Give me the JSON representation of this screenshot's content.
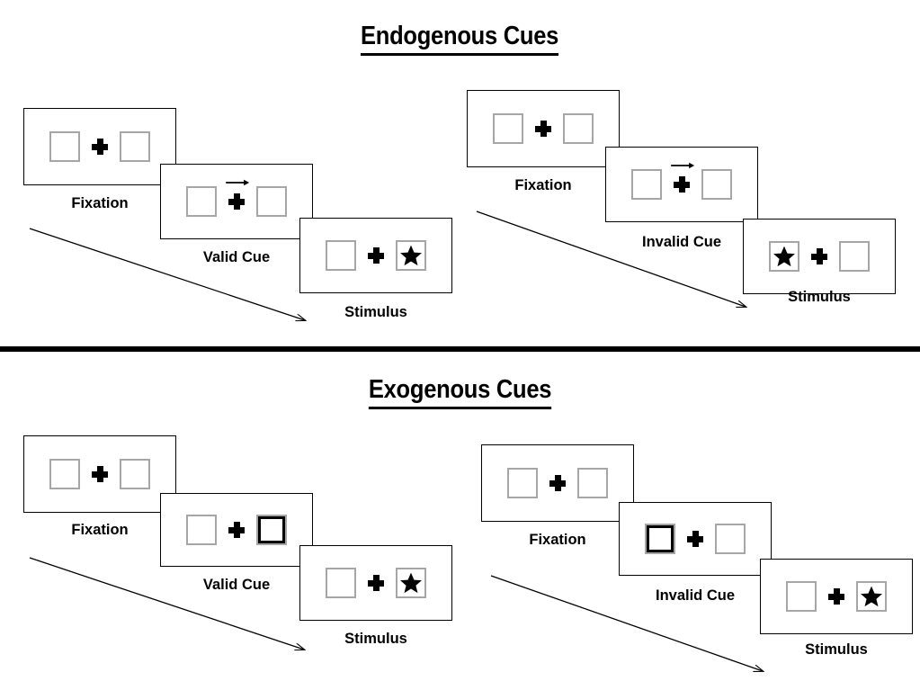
{
  "sections": [
    {
      "id": "endogenous",
      "title": "Endogenous Cues",
      "cue_type": "arrow",
      "columns": [
        {
          "id": "endogenous-valid",
          "validity": "valid",
          "panels": [
            {
              "label": "Fixation",
              "left_box": "empty",
              "right_box": "empty",
              "cue": "none"
            },
            {
              "label": "Valid Cue",
              "left_box": "empty",
              "right_box": "empty",
              "cue": "arrow-right"
            },
            {
              "label": "Stimulus",
              "left_box": "empty",
              "right_box": "star",
              "cue": "none"
            }
          ]
        },
        {
          "id": "endogenous-invalid",
          "validity": "invalid",
          "panels": [
            {
              "label": "Fixation",
              "left_box": "empty",
              "right_box": "empty",
              "cue": "none"
            },
            {
              "label": "Invalid Cue",
              "left_box": "empty",
              "right_box": "empty",
              "cue": "arrow-right"
            },
            {
              "label": "Stimulus",
              "left_box": "star",
              "right_box": "empty",
              "cue": "none"
            }
          ]
        }
      ]
    },
    {
      "id": "exogenous",
      "title": "Exogenous Cues",
      "cue_type": "box-highlight",
      "columns": [
        {
          "id": "exogenous-valid",
          "validity": "valid",
          "panels": [
            {
              "label": "Fixation",
              "left_box": "empty",
              "right_box": "empty",
              "cue": "none"
            },
            {
              "label": "Valid Cue",
              "left_box": "empty",
              "right_box": "cued",
              "cue": "none"
            },
            {
              "label": "Stimulus",
              "left_box": "empty",
              "right_box": "star",
              "cue": "none"
            }
          ]
        },
        {
          "id": "exogenous-invalid",
          "validity": "invalid",
          "panels": [
            {
              "label": "Fixation",
              "left_box": "empty",
              "right_box": "empty",
              "cue": "none"
            },
            {
              "label": "Invalid Cue",
              "left_box": "cued",
              "right_box": "empty",
              "cue": "none"
            },
            {
              "label": "Stimulus",
              "left_box": "empty",
              "right_box": "star",
              "cue": "none"
            }
          ]
        }
      ]
    }
  ],
  "colors": {
    "panel_border": "#000000",
    "box_border": "#a6a6a6",
    "cued_box_border": "#000000",
    "star_fill": "#000000",
    "divider": "#000000",
    "text": "#000000",
    "background": "#ffffff"
  },
  "icons": {
    "star": "star-icon",
    "fixation": "fixation-cross-icon",
    "cue_arrow": "arrow-right-icon",
    "flow": "time-flow-arrow-icon"
  }
}
